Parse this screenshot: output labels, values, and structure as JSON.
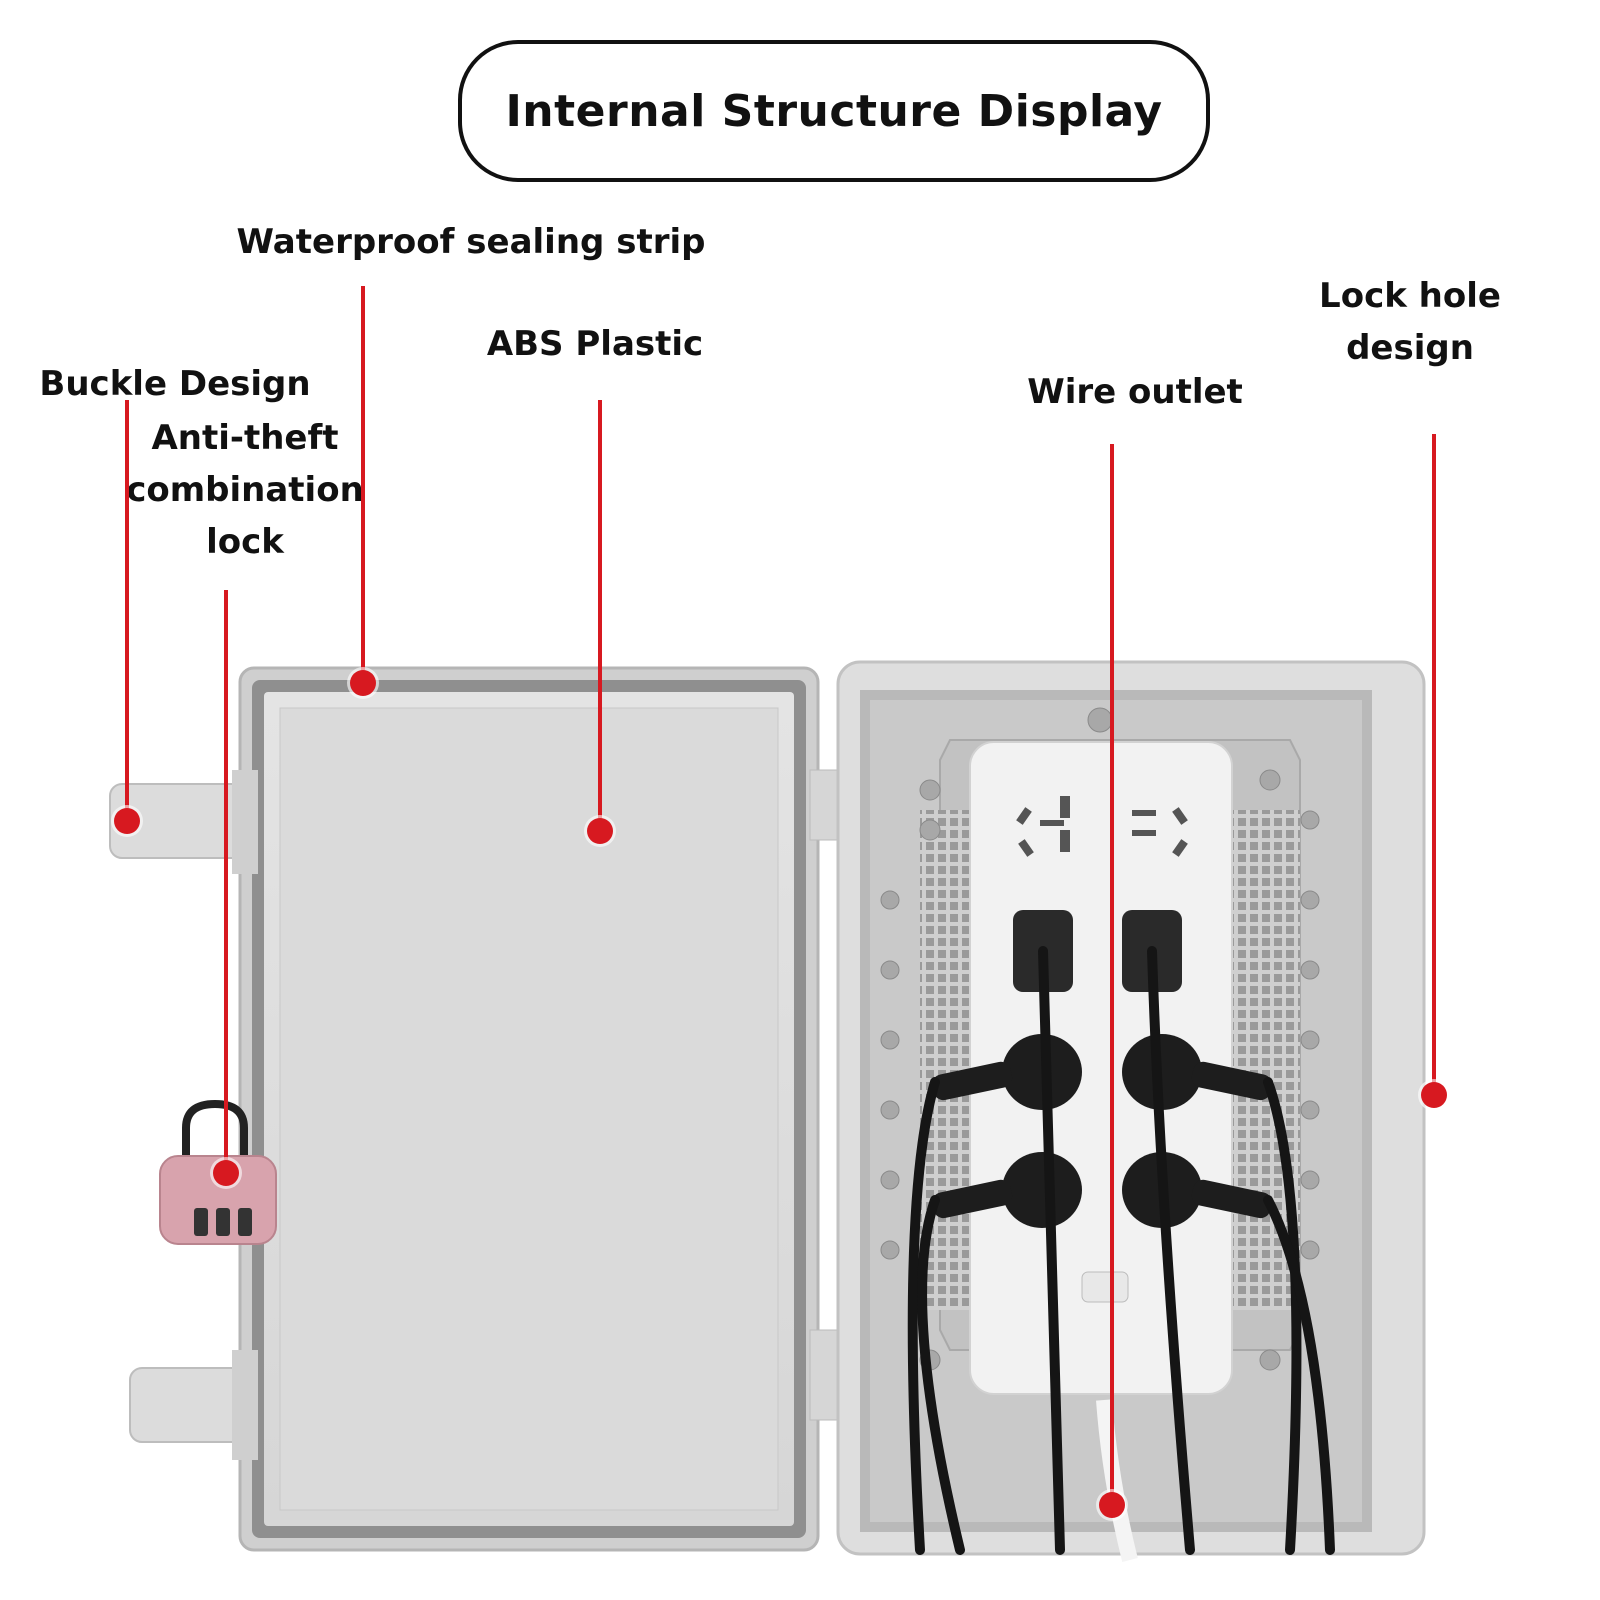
{
  "title": "Internal Structure Display",
  "labels": {
    "waterproof": "Waterproof sealing strip",
    "abs": "ABS Plastic",
    "buckle": "Buckle Design",
    "antitheft_1": "Anti-theft",
    "antitheft_2": "combination",
    "antitheft_3": "lock",
    "lockhole_1": "Lock hole",
    "lockhole_2": "design",
    "wire": "Wire outlet"
  },
  "colors": {
    "leader": "#d71920",
    "box_body": "#d9d9d9",
    "lock": "#d8a3ad"
  }
}
